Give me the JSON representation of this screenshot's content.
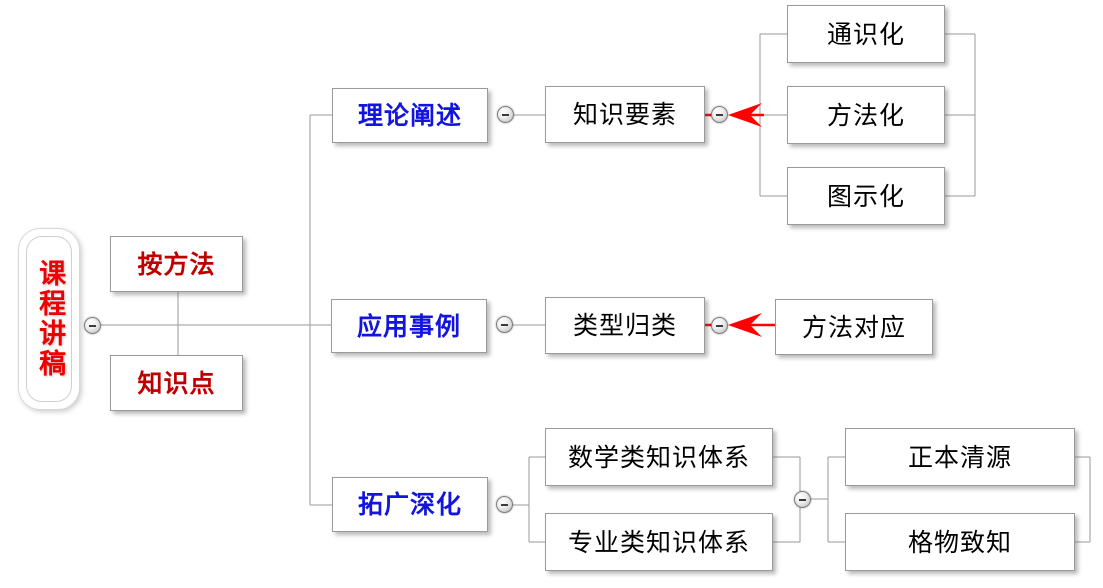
{
  "diagram": {
    "type": "mind-map",
    "title": "课程讲稿",
    "colors": {
      "root_text": "#ee0000",
      "branch_text": "#1414e0",
      "sub_red_text": "#c00000",
      "leaf_text": "#000000",
      "arrow": "#ff0000",
      "connector": "#9a9a9a",
      "box_border": "#9a9a9a",
      "background": "#ffffff"
    }
  },
  "root": {
    "label": "课程讲稿",
    "orientation": "vertical",
    "collapse_icon": "minus-circle-icon"
  },
  "side_nodes": [
    {
      "id": "an-fang-fa",
      "label": "按方法"
    },
    {
      "id": "zhi-shi-dian",
      "label": "知识点"
    }
  ],
  "branches": [
    {
      "id": "li-lun-chan-shu",
      "label": "理论阐述",
      "child": {
        "id": "zhi-shi-yao-su",
        "label": "知识要素",
        "arrow": "red-left-arrow",
        "leaves": [
          {
            "id": "tong-shi-hua",
            "label": "通识化"
          },
          {
            "id": "fang-fa-hua",
            "label": "方法化"
          },
          {
            "id": "tu-shi-hua",
            "label": "图示化"
          }
        ]
      }
    },
    {
      "id": "ying-yong-shi-li",
      "label": "应用事例",
      "child": {
        "id": "lei-xing-gui-lei",
        "label": "类型归类",
        "arrow": "red-left-arrow",
        "leaves": [
          {
            "id": "fang-fa-dui-ying",
            "label": "方法对应"
          }
        ]
      }
    },
    {
      "id": "tuo-guang-shen-hua",
      "label": "拓广深化",
      "children": [
        {
          "id": "shu-xue-lei",
          "label": "数学类知识体系"
        },
        {
          "id": "zhuan-ye-lei",
          "label": "专业类知识体系"
        }
      ],
      "grandchildren": [
        {
          "id": "zheng-ben-qing-yuan",
          "label": "正本清源"
        },
        {
          "id": "ge-wu-zhi-zhi",
          "label": "格物致知"
        }
      ]
    }
  ]
}
